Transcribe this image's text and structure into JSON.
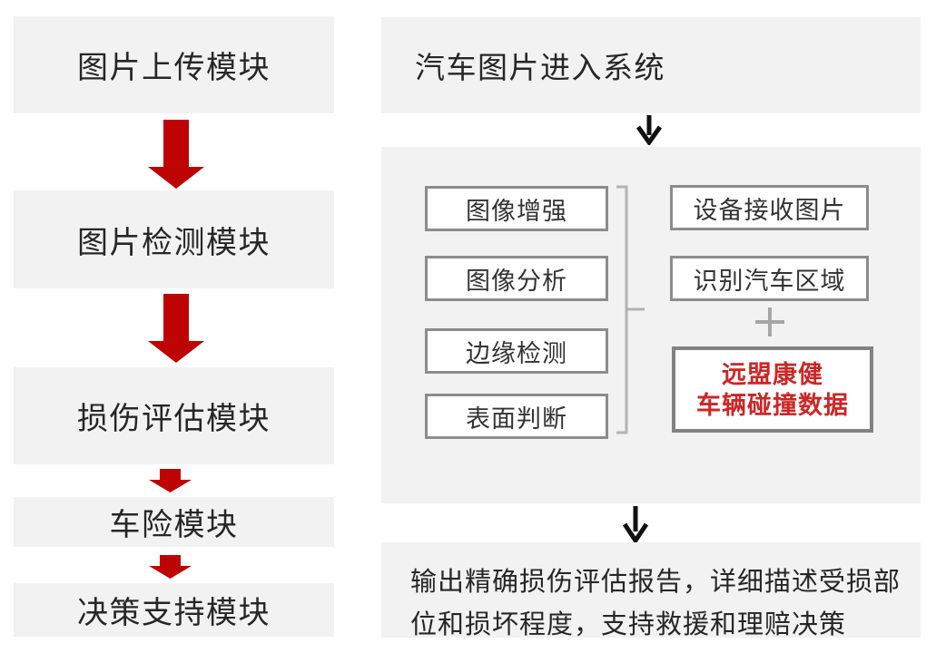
{
  "diagram": {
    "left_flow": {
      "modules": [
        "图片上传模块",
        "图片检测模块",
        "损伤评估模块",
        "车险模块",
        "决策支持模块"
      ]
    },
    "right_flow": {
      "input": "汽车图片进入系统",
      "image_processing_steps": [
        "图像增强",
        "图像分析",
        "边缘检测",
        "表面判断"
      ],
      "device_steps": [
        "设备接收图片",
        "识别汽车区域"
      ],
      "external_data": [
        "远盟康健",
        "车辆碰撞数据"
      ],
      "output_lines": [
        "输出精确损伤评估报告，详细描述受损部",
        "位和损坏程度，支持救援和理赔决策"
      ]
    }
  },
  "colors": {
    "box_bg": "#f2f2f2",
    "inner_box_border": "#8c8c8c",
    "red_arrow": "#be0303",
    "red_text": "#cc2626",
    "text": "#262626",
    "bracket_gray": "#b3b3b3",
    "plus_gray": "#a6a6a6",
    "black_arrow": "#111111"
  }
}
